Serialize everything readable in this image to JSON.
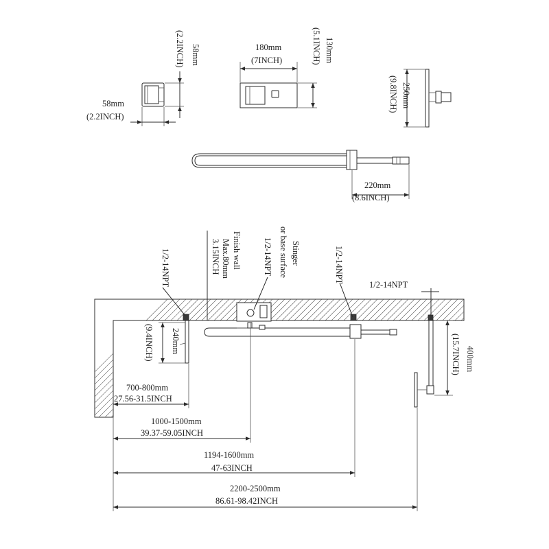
{
  "top": {
    "diverter_side_height": "58mm",
    "diverter_side_height_in": "(2.2INCH)",
    "diverter_side_width": "58mm",
    "diverter_side_width_in": "(2.2INCH)",
    "valve_width": "180mm",
    "valve_width_in": "(7INCH)",
    "valve_height": "130mm",
    "valve_height_in": "(5.1INCH)",
    "head_diameter": "250mm",
    "head_diameter_in": "(9.8INCH)",
    "handheld_length": "220mm",
    "handheld_length_in": "(8.6INCH)"
  },
  "bottom": {
    "npt_left": "1/2-14NPT",
    "finish_wall": "Finish wall",
    "max_depth": "Max.80mm",
    "max_depth_in": "3.15INCH",
    "npt_valve": "1/2-14NPT",
    "stinger": "Stinger",
    "base_surface": "or base surface",
    "npt_bar": "1/2-14NPT",
    "npt_arm": "1/2-14NPT",
    "bracket_height": "240mm",
    "bracket_height_in": "(9.4INCH)",
    "arm_drop": "400mm",
    "arm_drop_in": "(15.7INCH)",
    "dim_1": "700-800mm",
    "dim_1_in": "27.56-31.5INCH",
    "dim_2": "1000-1500mm",
    "dim_2_in": "39.37-59.05INCH",
    "dim_3": "1194-1600mm",
    "dim_3_in": "47-63INCH",
    "dim_4": "2200-2500mm",
    "dim_4_in": "86.61-98.42INCH"
  }
}
